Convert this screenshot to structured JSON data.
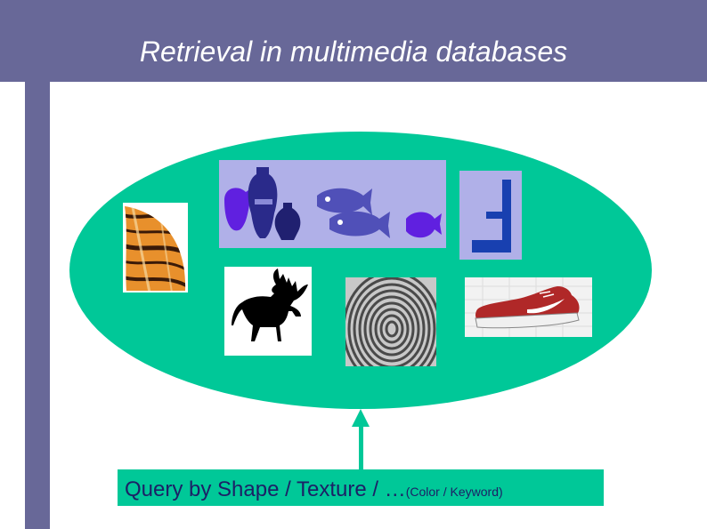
{
  "slide": {
    "title": "Retrieval in multimedia databases"
  },
  "query": {
    "main": "Query by Shape / Texture / …",
    "secondary": "(Color / Keyword)"
  },
  "colors": {
    "header": "#686898",
    "ellipse": "#00c898",
    "query_text": "#1c2066",
    "shape_purple": "#6020e0",
    "shape_blue": "#1840b0"
  },
  "icons": [
    "tiger-fur-image",
    "vases-and-fish-image",
    "corner-shape-image",
    "moose-silhouette-image",
    "fingerprint-texture-image",
    "sneaker-image",
    "up-arrow-icon"
  ]
}
